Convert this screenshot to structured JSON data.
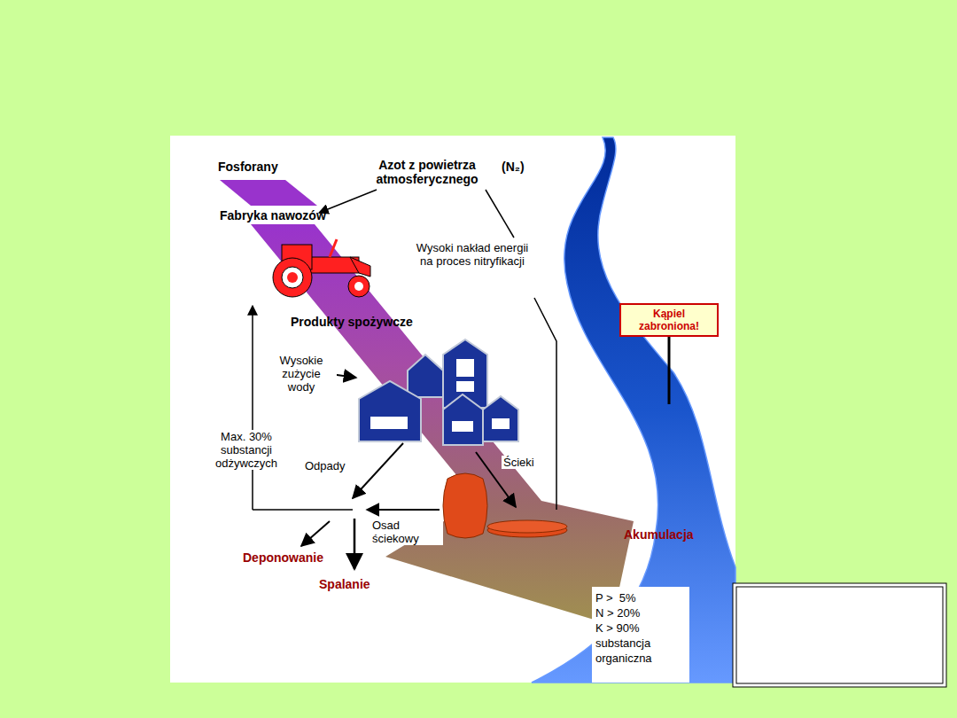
{
  "diagram": {
    "nodes": [
      {
        "text": [
          "Kąpiel zabroniona!"
        ]
      }
    ],
    "labels": [
      "Fosforany",
      "Azot z powietrza atmosferycznego",
      "(N₂)",
      "Fabryka nawozów",
      "Wysoki nakład energii na proces nitryfikacji",
      "Produkty spożywcze",
      "Wysokie zużycie wody",
      "Max. 30% substancji odżywczych",
      "Odpady",
      "Ścieki",
      "Osad ściekowy",
      "Akumulacja",
      "Deponowanie",
      "Spalanie",
      "P >  5%",
      "N > 20%",
      "K > 90%",
      "substancja organiczna"
    ]
  }
}
